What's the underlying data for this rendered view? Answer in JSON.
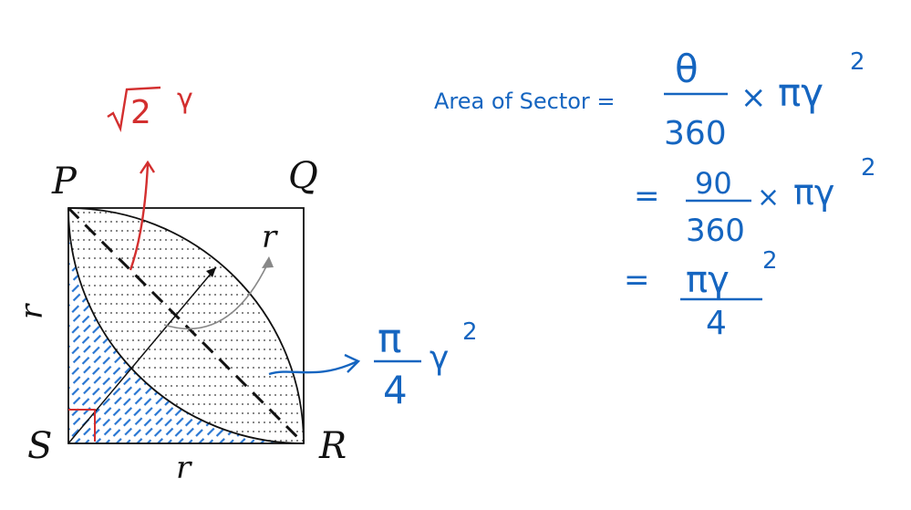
{
  "diagram": {
    "vertex_labels": {
      "P": "P",
      "Q": "Q",
      "R": "R",
      "S": "S"
    },
    "side_label_left": "r",
    "side_label_bottom": "r",
    "radius_label": "r",
    "diagonal_annotation": {
      "radical": "2",
      "symbol": "γ"
    },
    "region_annotation": {
      "numerator": "π",
      "denominator": "4",
      "symbol": "γ",
      "exponent": "2"
    }
  },
  "notes": {
    "area_label": "Area  of  Sector  =",
    "line1": {
      "numerator": "θ",
      "denominator": "360",
      "times": "×",
      "pi_r": "πγ",
      "exponent": "2"
    },
    "line2": {
      "eq": "=",
      "numerator": "90",
      "denominator": "360",
      "times": "×",
      "pi_r": "πγ",
      "exponent": "2"
    },
    "line3": {
      "eq": "=",
      "numerator": "πγ",
      "exponent": "2",
      "denominator": "4"
    }
  },
  "colors": {
    "ink_blue": "#1565c0",
    "ink_red": "#d32f2f",
    "hatch_blue": "#1e6fd0",
    "line": "#111111"
  }
}
